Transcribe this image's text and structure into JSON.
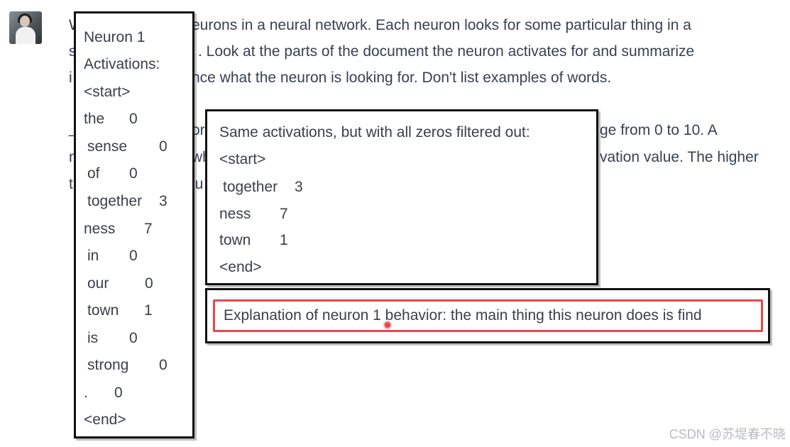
{
  "user": {
    "avatar": "user-avatar"
  },
  "prompt_text": {
    "line1_lead": "W",
    "line1": "eurons in a neural network. Each neuron looks for some particular thing in a",
    "line2_lead": "s",
    "line2": ". Look at the parts of the document the neuron activates for and summarize",
    "line3_lead": "i",
    "line3": "nce what the neuron is looking for. Don't list examples of words.",
    "line4_frag_a": "_",
    "line4_frag_b": "or",
    "line4_end": "ge from 0 to 10. A",
    "line5_lead": "n",
    "line5_frag": "wh",
    "line5_end": "vation value. The higher",
    "line6_lead": "t",
    "line6_frag": "lu"
  },
  "activations_box": {
    "title": "Neuron 1",
    "label": "Activations:",
    "start": "<start>",
    "tokens": [
      {
        "token": "the",
        "value": "0"
      },
      {
        "token": "sense",
        "value": "0"
      },
      {
        "token": "of",
        "value": "0"
      },
      {
        "token": "together",
        "value": "3"
      },
      {
        "token": "ness",
        "value": "7"
      },
      {
        "token": "in",
        "value": "0"
      },
      {
        "token": "our",
        "value": "0"
      },
      {
        "token": "town",
        "value": "1"
      },
      {
        "token": "is",
        "value": "0"
      },
      {
        "token": "strong",
        "value": "0"
      },
      {
        "token": ".",
        "value": "0"
      }
    ],
    "end": "<end>"
  },
  "filtered_box": {
    "title": "Same activations, but with all zeros filtered out:",
    "start": "<start>",
    "tokens": [
      {
        "token": "together",
        "value": "3"
      },
      {
        "token": "ness",
        "value": "7"
      },
      {
        "token": "town",
        "value": "1"
      }
    ],
    "end": "<end>"
  },
  "explanation_box": {
    "text": "Explanation of neuron 1 behavior: the main thing this neuron does is find",
    "highlight_color": "#e5484d"
  },
  "watermark": "CSDN @苏堤春不晓"
}
